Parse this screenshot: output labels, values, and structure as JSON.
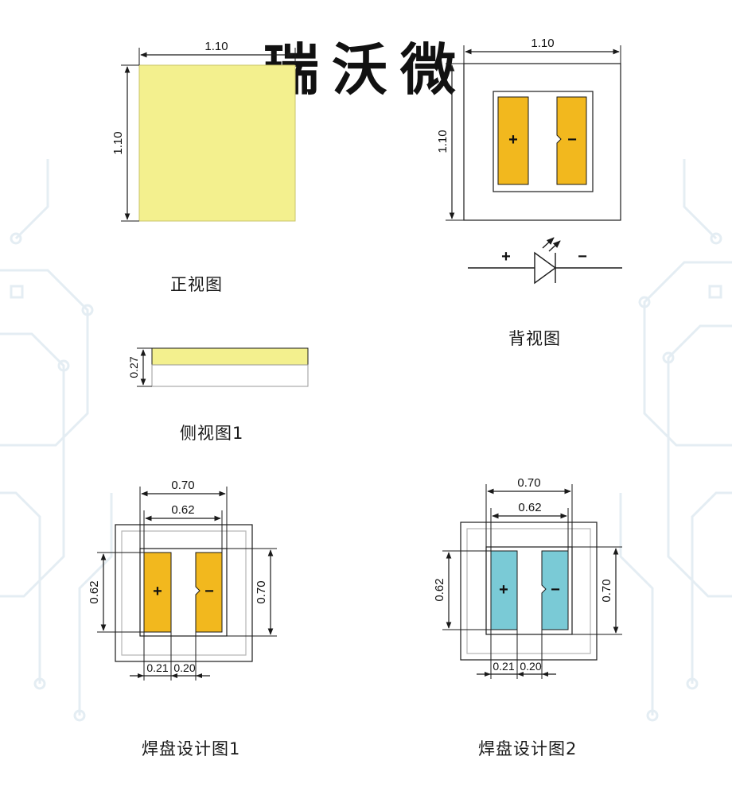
{
  "watermark": {
    "text": "瑞沃微"
  },
  "colors": {
    "chip_top": "#F3F08E",
    "pad_orange": "#F2B81E",
    "pad_blue": "#7ACAD6",
    "line": "#1a1a1a",
    "circuit": "#dfeaf0"
  },
  "front_view": {
    "caption": "正视图",
    "width_dim": "1.10",
    "height_dim": "1.10"
  },
  "back_view": {
    "caption": "背视图",
    "width_dim": "1.10",
    "height_dim": "1.10",
    "pad_plus": "+",
    "pad_minus": "−",
    "symbol_plus": "+",
    "symbol_minus": "−"
  },
  "side_view": {
    "caption": "侧视图1",
    "height_dim": "0.27"
  },
  "pad_design_1": {
    "caption": "焊盘设计图1",
    "outer_width_dim": "0.70",
    "inner_width_dim": "0.62",
    "left_dim": "0.62",
    "right_dim": "0.70",
    "bottom_dim_left": "0.21",
    "bottom_dim_right": "0.20",
    "pad_plus": "+",
    "pad_minus": "−"
  },
  "pad_design_2": {
    "caption": "焊盘设计图2",
    "outer_width_dim": "0.70",
    "inner_width_dim": "0.62",
    "left_dim": "0.62",
    "right_dim": "0.70",
    "bottom_dim_left": "0.21",
    "bottom_dim_right": "0.20",
    "pad_plus": "+",
    "pad_minus": "−"
  }
}
